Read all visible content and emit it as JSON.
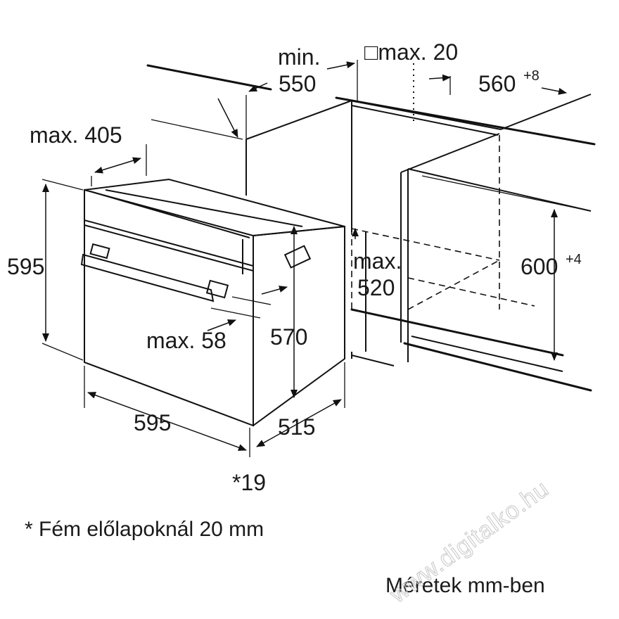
{
  "dimensions": {
    "min_label": "min.",
    "min_value": "550",
    "top_cutout": "□max. 20",
    "cabinet_width": "560",
    "cabinet_width_tol": "+8",
    "depth_max_label": "max. 405",
    "height_front": "595",
    "height_niche": "600",
    "height_niche_tol": "+4",
    "max_depth_label": "max.",
    "max_depth_value": "520",
    "handle_label": "max. 58",
    "body_height": "570",
    "width_front": "595",
    "depth_body": "515",
    "front_thickness": "*19"
  },
  "footnote": "* Fém előlapoknál 20 mm",
  "units_note": "Méretek mm-ben",
  "watermark": "www.digitalko.hu"
}
